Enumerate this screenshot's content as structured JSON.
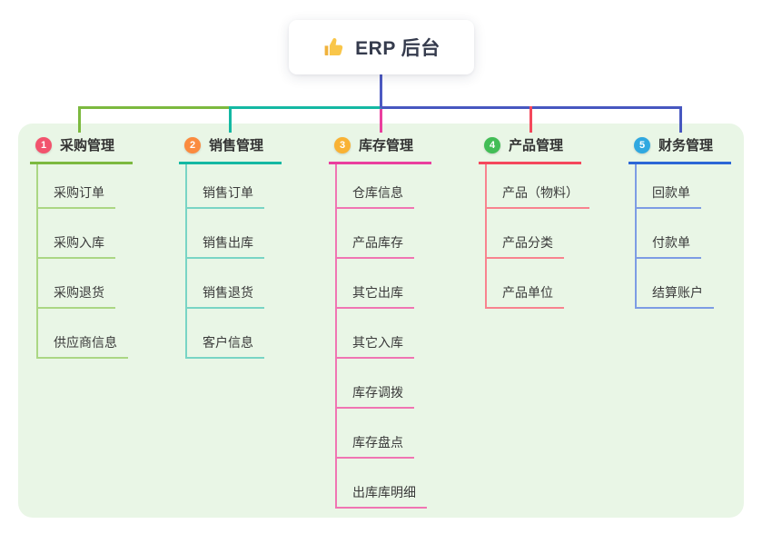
{
  "root": {
    "label": "ERP 后台",
    "icon": "thumbs-up-icon"
  },
  "branches": [
    {
      "index": "1",
      "label": "采购管理",
      "badge_color": "#f2536d",
      "line_color": "#7cb93f",
      "child_line_color": "#abd784",
      "elbow_color": "#7cb93f",
      "children": [
        "采购订单",
        "采购入库",
        "采购退货",
        "供应商信息"
      ]
    },
    {
      "index": "2",
      "label": "销售管理",
      "badge_color": "#fb8b3f",
      "line_color": "#14b8a3",
      "child_line_color": "#79d5c5",
      "elbow_color": "#14b8a3",
      "children": [
        "销售订单",
        "销售出库",
        "销售退货",
        "客户信息"
      ]
    },
    {
      "index": "3",
      "label": "库存管理",
      "badge_color": "#f9b234",
      "line_color": "#ea3f9e",
      "child_line_color": "#f075b3",
      "elbow_color": "#ea3f9e",
      "children": [
        "仓库信息",
        "产品库存",
        "其它出库",
        "其它入库",
        "库存调拨",
        "库存盘点",
        "出库库明细"
      ]
    },
    {
      "index": "4",
      "label": "产品管理",
      "badge_color": "#42bd56",
      "line_color": "#f4485c",
      "child_line_color": "#f8838f",
      "elbow_color": "#f4485c",
      "children": [
        "产品（物料）",
        "产品分类",
        "产品单位"
      ]
    },
    {
      "index": "5",
      "label": "财务管理",
      "badge_color": "#30a8e0",
      "line_color": "#2c67d6",
      "child_line_color": "#7d9ce4",
      "elbow_color": "#4757c0",
      "children": [
        "回款单",
        "付款单",
        "结算账户"
      ]
    }
  ],
  "colors": {
    "canvas_bg": "#ffffff",
    "board_bg": "#e9f6e6",
    "stem": "#4d5ac2",
    "root_bg": "#ffffff",
    "thumb_hand": "#f9c64a",
    "thumb_cuff": "#f0b23c"
  }
}
